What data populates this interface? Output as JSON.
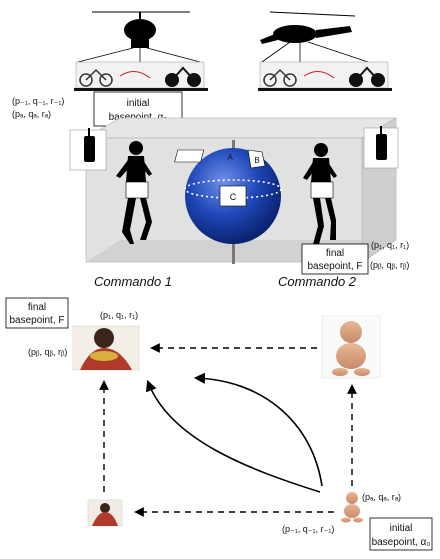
{
  "top": {
    "left_label_coords_1": "(p₋₁, q₋₁, r₋₁)",
    "left_label_coords_2": "(pₐ, qₐ, rₐ)",
    "left_box_line1": "initial",
    "left_box_line2": "basepoint, α₀",
    "right_box_line1": "final",
    "right_box_line2": "basepoint, F",
    "right_coords_1": "(p₁, q₁, r₁)",
    "right_coords_2": "(pᵦ, qᵦ, rᵦ)",
    "commando1": "Commando 1",
    "commando2": "Commando 2",
    "sphere_labels": [
      "A",
      "B",
      "C"
    ]
  },
  "bottom": {
    "final_box_line1": "final",
    "final_box_line2": "basepoint, F",
    "top_center_coords": "(p₁, q₁, r₁)",
    "left_coords": "(pᵦ, qᵦ, rᵦ)",
    "bottom_right_coords_a": "(pₐ, qₐ, rₐ)",
    "bottom_right_coords_neg": "(p₋₁, q₋₁, r₋₁)",
    "initial_box_line1": "initial",
    "initial_box_line2": "basepoint, α₀"
  },
  "colors": {
    "sphere": "#1f47b8",
    "box": "#d9d9d9",
    "black": "#000000"
  },
  "icons": [
    "helicopter-icon",
    "motorcycle-icon",
    "walkie-talkie-icon",
    "runner-icon",
    "person-photo"
  ]
}
